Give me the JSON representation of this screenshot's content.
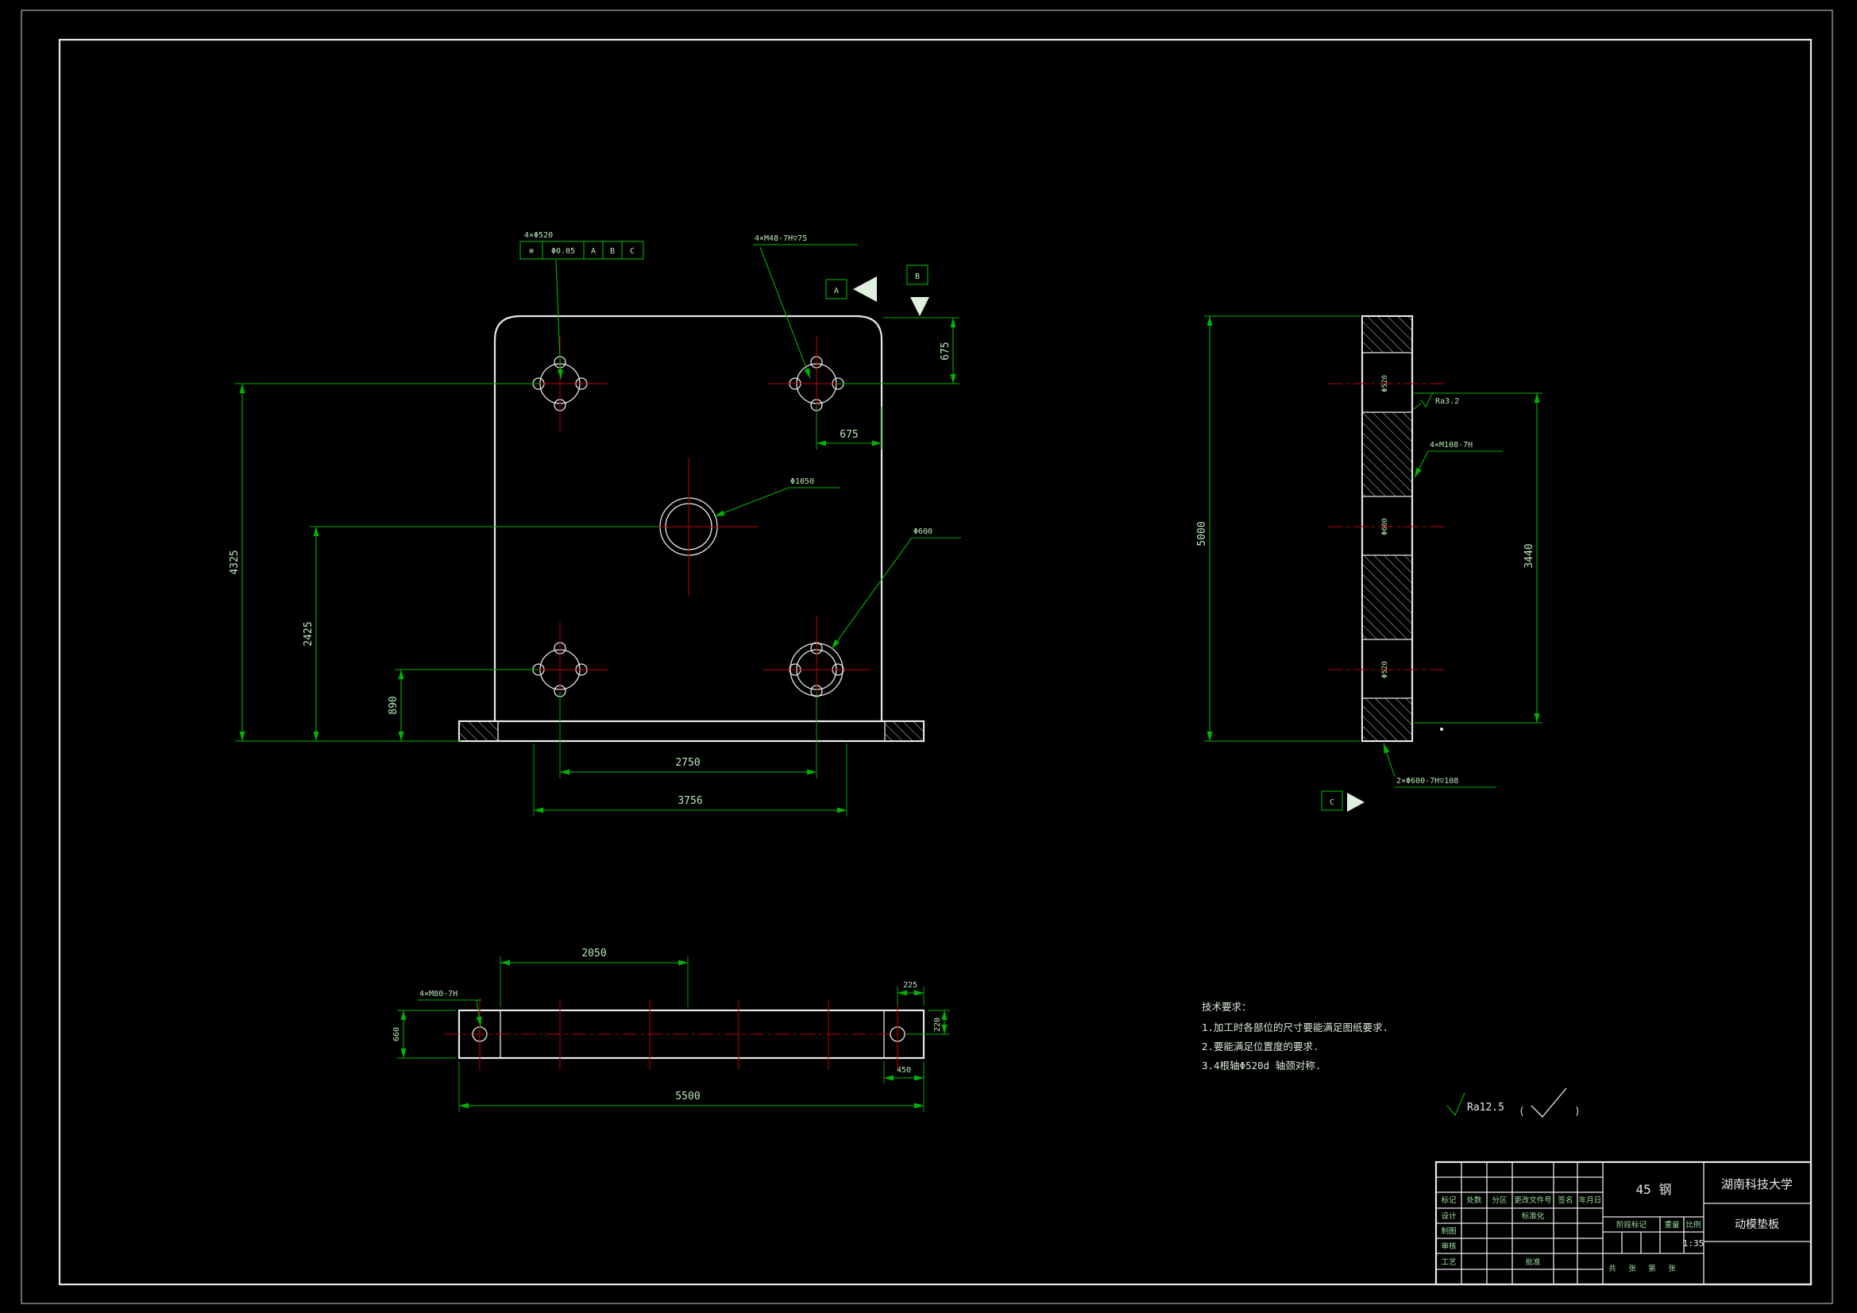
{
  "colors": {
    "background": "#000000",
    "line_white": "#e8e8e8",
    "dim_green": "#00b400",
    "text_green": "#b8e8b8",
    "center_red": "#c00000"
  },
  "front_view": {
    "callout_holes": "4×Φ520",
    "gdt_symbol": "⊕",
    "gdt_tol": "Φ0.05",
    "gdt_a": "A",
    "gdt_b": "B",
    "gdt_c": "C",
    "callout_thread": "4×M48-7H▽75",
    "datum_a": "A",
    "datum_b": "B",
    "callout_center_hole": "Φ1050",
    "callout_corner_bore": "Φ600",
    "dim_total_height": "4325",
    "dim_center_height": "2425",
    "dim_foot_height": "890",
    "dim_top_offset": "675",
    "dim_side_offset": "675",
    "dim_hole_span": "2750",
    "dim_total_width": "3756"
  },
  "side_view": {
    "dim_total_height": "5000",
    "dim_inner_height": "3440",
    "roughness": "Ra3.2",
    "callout_thread": "4×M108-7H",
    "callout_bore": "2×Φ600-7H▽108",
    "datum_c": "C",
    "bore_top": "Φ520",
    "bore_mid": "Φ600",
    "bore_bottom": "Φ520"
  },
  "bottom_view": {
    "dim_pitch": "2050",
    "dim_total_length": "5500",
    "dim_height": "660",
    "dim_end_a": "225",
    "dim_end_b": "220",
    "dim_end_c": "450",
    "callout_thread": "4×M80-7H"
  },
  "tech_requirements": {
    "title": "技术要求：",
    "line1": "1.加工时各部位的尺寸要能满足图纸要求.",
    "line2": "2.要能满足位置度的要求.",
    "line3": "3.4根轴Φ520d 轴颈对称."
  },
  "roughness_note": {
    "value": "Ra12.5",
    "paren_open": "(",
    "paren_close": ")"
  },
  "title_block": {
    "material": "45 钢",
    "university": "湖南科技大学",
    "part_name": "动模垫板",
    "scale_value": "1:35",
    "col_mark": "标记",
    "col_count": "处数",
    "col_zone": "分区",
    "col_doc": "更改文件号",
    "col_sign": "签名",
    "col_date": "年月日",
    "role_design": "设计",
    "role_standard": "标准化",
    "role_draft": "制图",
    "role_check": "审核",
    "role_process": "工艺",
    "role_approve": "批准",
    "label_stage": "阶段标记",
    "label_weight": "重量",
    "label_scale": "比例",
    "sheet_total": "共",
    "sheet_unit1": "张",
    "sheet_no": "第",
    "sheet_unit2": "张"
  }
}
